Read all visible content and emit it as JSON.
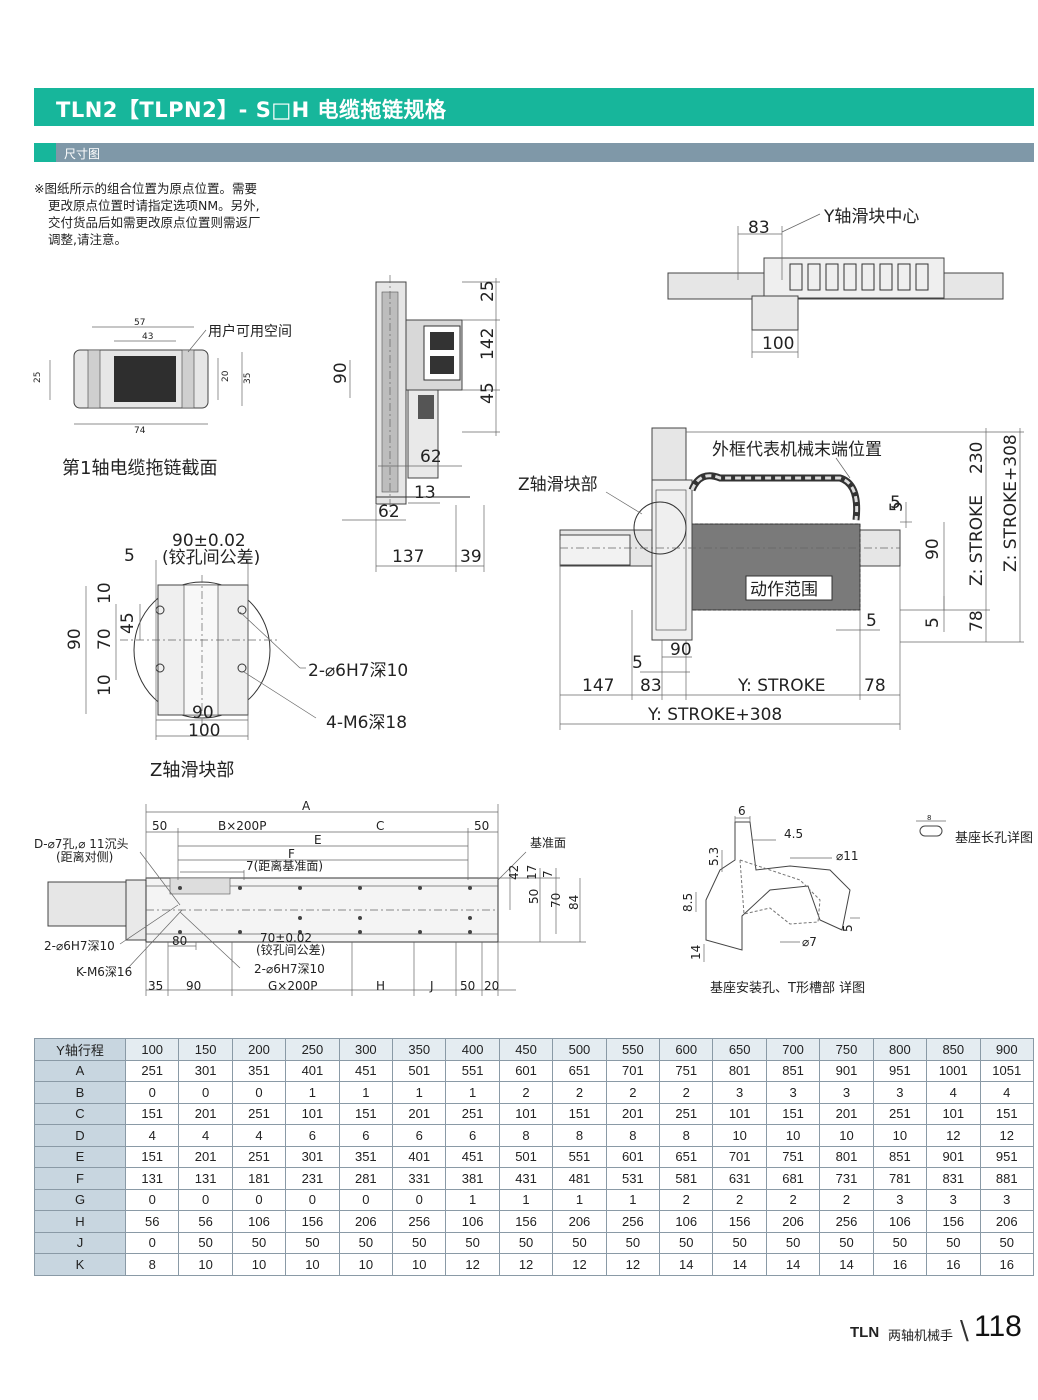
{
  "header": {
    "title": "TLN2【TLPN2】- S□H  电缆拖链规格"
  },
  "section": {
    "label": "尺寸图"
  },
  "note": {
    "lines": [
      "※图纸所示的组合位置为原点位置。需要",
      "更改原点位置时请指定选项NM。另外,",
      "交付货品后如需更改原点位置则需返厂",
      "调整,请注意。"
    ]
  },
  "drawing": {
    "chain_section": {
      "caption": "第1轴电缆拖链截面",
      "user_space": "用户可用空间",
      "dim_57": "57",
      "dim_43": "43",
      "dim_74": "74",
      "dim_25": "25",
      "dim_20": "20",
      "dim_35": "35"
    },
    "side_view": {
      "d25": "25",
      "d142": "142",
      "d45": "45",
      "d90": "90",
      "d62a": "62",
      "d13": "13",
      "d62b": "62",
      "d137": "137",
      "d39": "39"
    },
    "top_view": {
      "d83": "83",
      "label": "Y轴滑块中心",
      "d100": "100"
    },
    "z_slider": {
      "caption": "Z轴滑块部",
      "tol": "90±0.02",
      "tol_note": "(铰孔间公差)",
      "d5": "5",
      "d10a": "10",
      "d45": "45",
      "d70": "70",
      "d90v": "90",
      "d10b": "10",
      "hole1": "2-⌀6H7深10",
      "hole2": "4-M6深18",
      "d90h": "90",
      "d100h": "100"
    },
    "front_view": {
      "outer_label": "外框代表机械末端位置",
      "z_part": "Z轴滑块部",
      "range": "动作范围",
      "d230": "230",
      "zstroke308": "Z: STROKE+308",
      "zstroke": "Z: STROKE",
      "d78v": "78",
      "d5a": "5",
      "d90": "90",
      "d5b": "5",
      "d5c": "5",
      "d5d": "5",
      "d90b": "90",
      "d5e": "5",
      "d147": "147",
      "d83": "83",
      "ystroke": "Y: STROKE",
      "d78": "78",
      "ystroke308": "Y: STROKE+308"
    },
    "base_view": {
      "A": "A",
      "d50a": "50",
      "bx200p": "B×200P",
      "C": "C",
      "d50b": "50",
      "E": "E",
      "F": "F",
      "dhole": "D-⌀7孔,⌀ 11沉头",
      "dhole_note": "(距离对侧)",
      "d7": "7(距离基准面)",
      "ref": "基准面",
      "d42": "42",
      "d17": "17",
      "d7b": "7",
      "d50v": "50",
      "d70": "70",
      "d84": "84",
      "h2": "2-⌀6H7深10",
      "d80": "80",
      "tol": "70±0.02",
      "tol_note": "(铰孔间公差)",
      "h3": "2-⌀6H7深10",
      "km6": "K-M6深16",
      "d35": "35",
      "d90": "90",
      "gx200p": "G×200P",
      "H": "H",
      "J": "J",
      "d50c": "50",
      "d20": "20"
    },
    "detail": {
      "d6": "6",
      "d45": "4.5",
      "d53": "5.3",
      "d11": "⌀11",
      "d85": "8.5",
      "d14": "14",
      "d7": "⌀7",
      "d5": "5",
      "caption": "基座安装孔、T形槽部 详图",
      "slot_caption": "基座长孔详图",
      "slot_d8": "8"
    }
  },
  "table": {
    "row_header": "Y轴行程",
    "strokes": [
      "100",
      "150",
      "200",
      "250",
      "300",
      "350",
      "400",
      "450",
      "500",
      "550",
      "600",
      "650",
      "700",
      "750",
      "800",
      "850",
      "900"
    ],
    "rows": [
      {
        "label": "A",
        "values": [
          "251",
          "301",
          "351",
          "401",
          "451",
          "501",
          "551",
          "601",
          "651",
          "701",
          "751",
          "801",
          "851",
          "901",
          "951",
          "1001",
          "1051"
        ]
      },
      {
        "label": "B",
        "values": [
          "0",
          "0",
          "0",
          "1",
          "1",
          "1",
          "1",
          "2",
          "2",
          "2",
          "2",
          "3",
          "3",
          "3",
          "3",
          "4",
          "4"
        ]
      },
      {
        "label": "C",
        "values": [
          "151",
          "201",
          "251",
          "101",
          "151",
          "201",
          "251",
          "101",
          "151",
          "201",
          "251",
          "101",
          "151",
          "201",
          "251",
          "101",
          "151"
        ]
      },
      {
        "label": "D",
        "values": [
          "4",
          "4",
          "4",
          "6",
          "6",
          "6",
          "6",
          "8",
          "8",
          "8",
          "8",
          "10",
          "10",
          "10",
          "10",
          "12",
          "12"
        ]
      },
      {
        "label": "E",
        "values": [
          "151",
          "201",
          "251",
          "301",
          "351",
          "401",
          "451",
          "501",
          "551",
          "601",
          "651",
          "701",
          "751",
          "801",
          "851",
          "901",
          "951"
        ]
      },
      {
        "label": "F",
        "values": [
          "131",
          "131",
          "181",
          "231",
          "281",
          "331",
          "381",
          "431",
          "481",
          "531",
          "581",
          "631",
          "681",
          "731",
          "781",
          "831",
          "881"
        ]
      },
      {
        "label": "G",
        "values": [
          "0",
          "0",
          "0",
          "0",
          "0",
          "0",
          "1",
          "1",
          "1",
          "1",
          "2",
          "2",
          "2",
          "2",
          "3",
          "3",
          "3"
        ]
      },
      {
        "label": "H",
        "values": [
          "56",
          "56",
          "106",
          "156",
          "206",
          "256",
          "106",
          "156",
          "206",
          "256",
          "106",
          "156",
          "206",
          "256",
          "106",
          "156",
          "206"
        ]
      },
      {
        "label": "J",
        "values": [
          "0",
          "50",
          "50",
          "50",
          "50",
          "50",
          "50",
          "50",
          "50",
          "50",
          "50",
          "50",
          "50",
          "50",
          "50",
          "50",
          "50"
        ]
      },
      {
        "label": "K",
        "values": [
          "8",
          "10",
          "10",
          "10",
          "10",
          "10",
          "12",
          "12",
          "12",
          "12",
          "14",
          "14",
          "14",
          "14",
          "16",
          "16",
          "16"
        ]
      }
    ]
  },
  "footer": {
    "brand": "TLN",
    "category": "两轴机械手",
    "page": "118"
  },
  "colors": {
    "accent": "#17b69b",
    "subbar": "#7f98a8"
  }
}
